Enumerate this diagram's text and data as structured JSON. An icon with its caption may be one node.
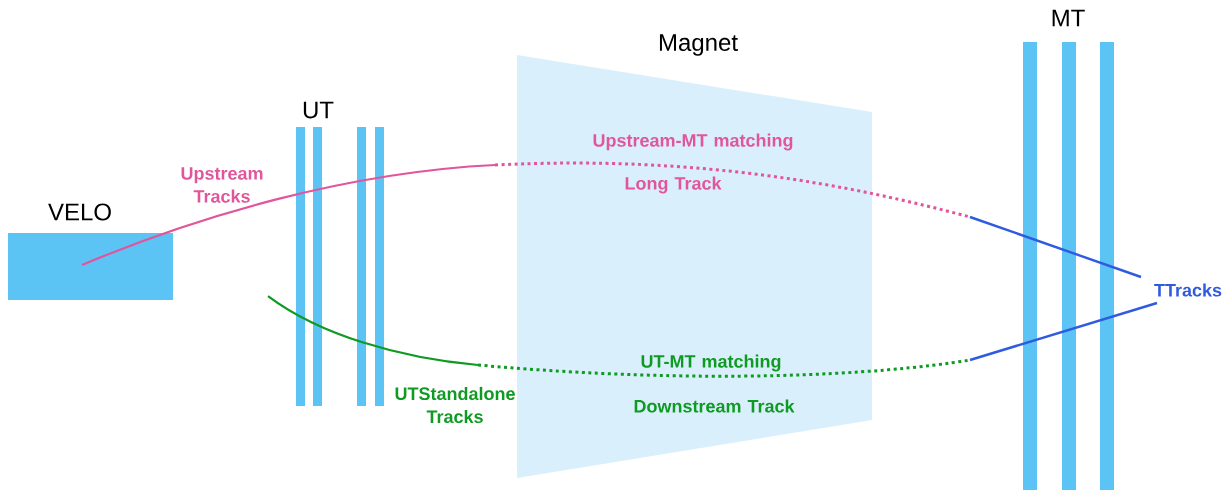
{
  "diagram": {
    "nodes": [
      {
        "text": [
          "VELO"
        ]
      },
      {
        "text": [
          "UT"
        ]
      },
      {
        "text": [
          "Magnet"
        ]
      },
      {
        "text": [
          "MT"
        ]
      }
    ],
    "labels": [
      "Upstream Tracks",
      "Upstream-MT matching",
      "Long Track",
      "UTStandalone Tracks",
      "UT-MT matching",
      "Downstream Track",
      "TTracks"
    ]
  }
}
